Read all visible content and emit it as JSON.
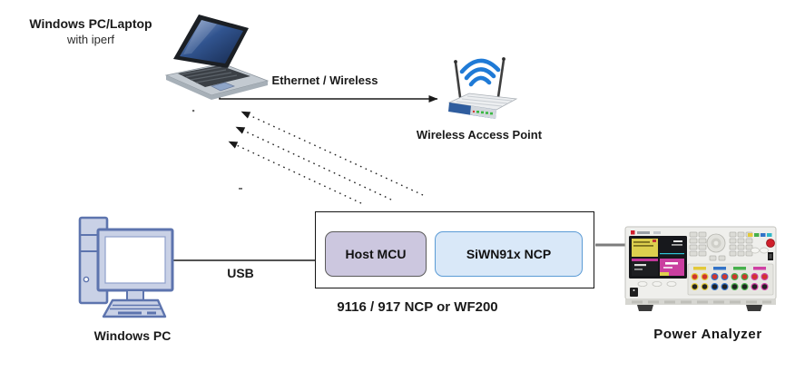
{
  "diagram": {
    "title_block": {
      "title": "Windows PC/Laptop",
      "subtitle": "with iperf"
    },
    "links": {
      "ethernet_label": "Ethernet / Wireless",
      "usb_label": "USB",
      "wifi_dotted_arrow_count": 3
    },
    "access_point": {
      "label": "Wireless Access Point"
    },
    "dut_box": {
      "host_mcu_label": "Host MCU",
      "ncp_label": "SiWN91x NCP",
      "caption": "9116 / 917 NCP or WF200"
    },
    "pc": {
      "label": "Windows PC"
    },
    "analyzer": {
      "label": "Power Analyzer"
    },
    "icons": [
      "laptop-icon",
      "wireless-access-point-icon",
      "desktop-pc-icon",
      "power-analyzer-icon"
    ],
    "colors": {
      "host_mcu_fill": "#ccc7df",
      "host_mcu_border": "#5a5a5a",
      "ncp_fill": "#d9e8f8",
      "ncp_border": "#5b9bd5",
      "wifi_arc_blue": "#1f7ad6",
      "pc_icon_stroke": "#5d74ae",
      "pc_icon_fill": "#c9d1e6",
      "analyzer_line_gray": "#7d7d7d"
    }
  }
}
